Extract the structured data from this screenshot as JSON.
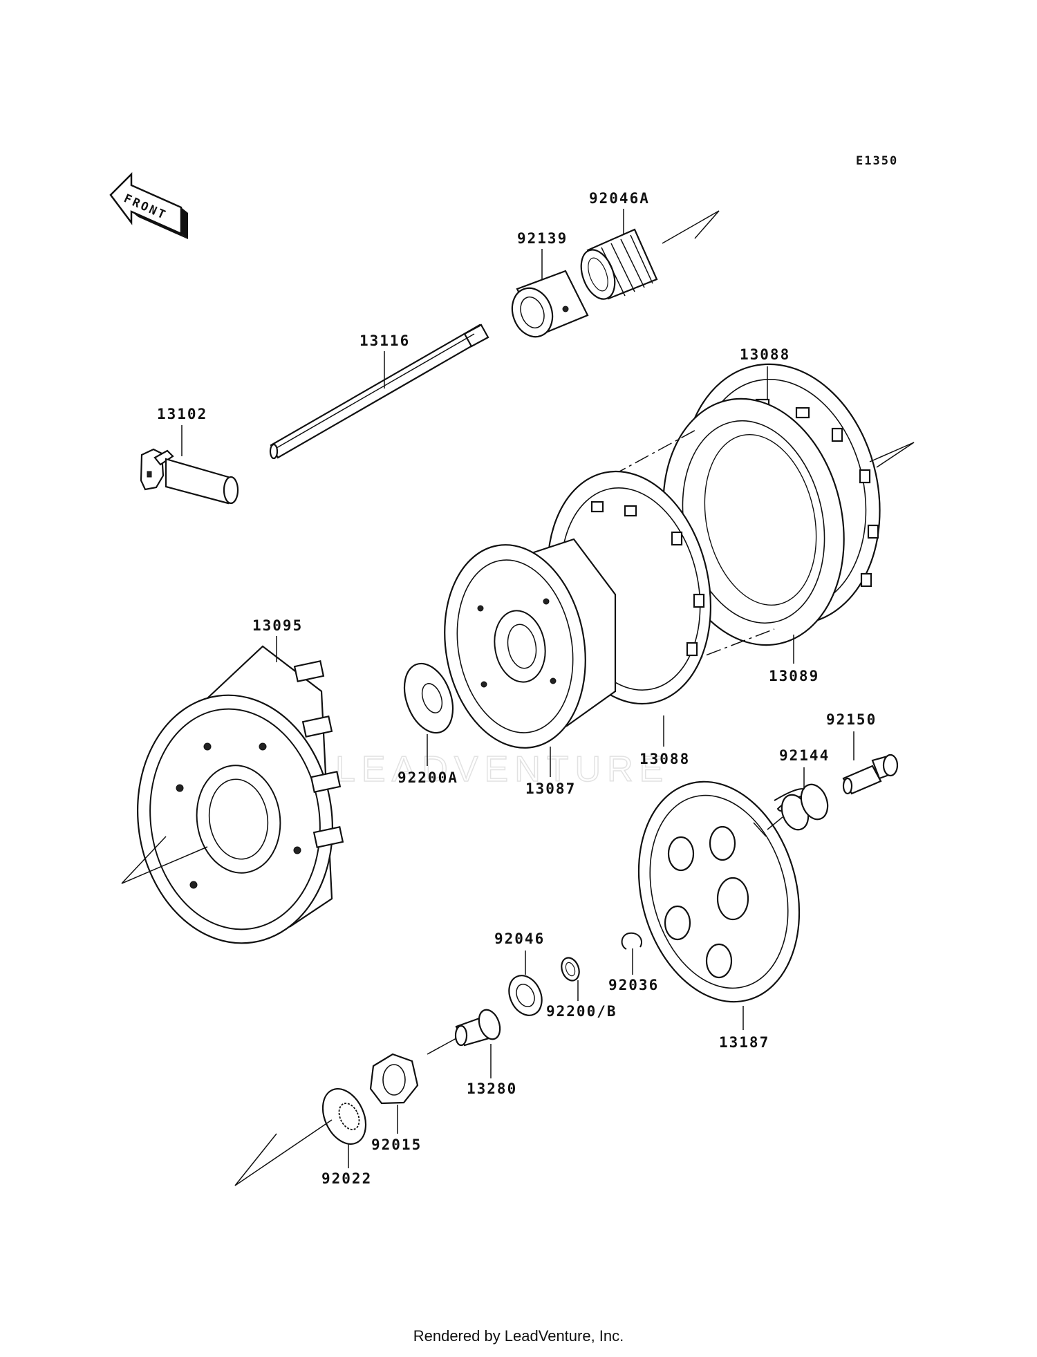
{
  "diagram": {
    "code": "E1350",
    "front_label": "FRONT",
    "watermark": "LEADVENTURE",
    "parts": [
      {
        "id": "13102",
        "label": "13102"
      },
      {
        "id": "13116",
        "label": "13116"
      },
      {
        "id": "92139",
        "label": "92139"
      },
      {
        "id": "92046A",
        "label": "92046A"
      },
      {
        "id": "13088-top",
        "label": "13088"
      },
      {
        "id": "13089",
        "label": "13089"
      },
      {
        "id": "13088-bottom",
        "label": "13088"
      },
      {
        "id": "13095",
        "label": "13095"
      },
      {
        "id": "92200A",
        "label": "92200A"
      },
      {
        "id": "13087",
        "label": "13087"
      },
      {
        "id": "92150",
        "label": "92150"
      },
      {
        "id": "92144",
        "label": "92144"
      },
      {
        "id": "92046",
        "label": "92046"
      },
      {
        "id": "92036",
        "label": "92036"
      },
      {
        "id": "92200B",
        "label": "92200/B"
      },
      {
        "id": "13187",
        "label": "13187"
      },
      {
        "id": "13280",
        "label": "13280"
      },
      {
        "id": "92015",
        "label": "92015"
      },
      {
        "id": "92022",
        "label": "92022"
      }
    ]
  },
  "footer": {
    "text": "Rendered by LeadVenture, Inc."
  }
}
